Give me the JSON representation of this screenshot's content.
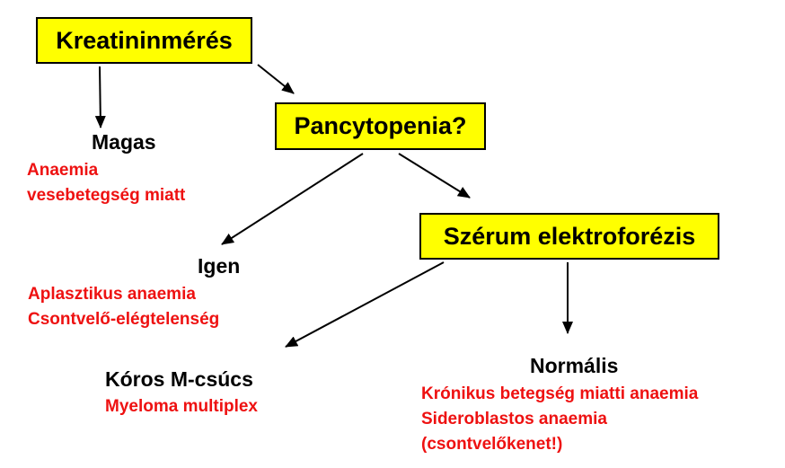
{
  "nodes": {
    "kreatinin": "Kreatininmérés",
    "pancytopenia": "Pancytopenia?",
    "szerum": "Szérum elektroforézis"
  },
  "outcomes": {
    "magas": {
      "label": "Magas",
      "notes": [
        "Anaemia",
        "vesebetegség miatt"
      ]
    },
    "igen": {
      "label": "Igen",
      "notes": [
        "Aplasztikus anaemia",
        "Csontvelő-elégtelenség"
      ]
    },
    "koros": {
      "label": "Kóros M-csúcs",
      "notes": [
        "Myeloma multiplex"
      ]
    },
    "normalis": {
      "label": "Normális",
      "notes": [
        "Krónikus betegség miatti anaemia",
        "Sideroblastos anaemia",
        "(csontvelőkenet!)"
      ]
    }
  },
  "colors": {
    "box_fill": "#ffff00",
    "note_text": "#ee1111",
    "line": "#000000"
  }
}
